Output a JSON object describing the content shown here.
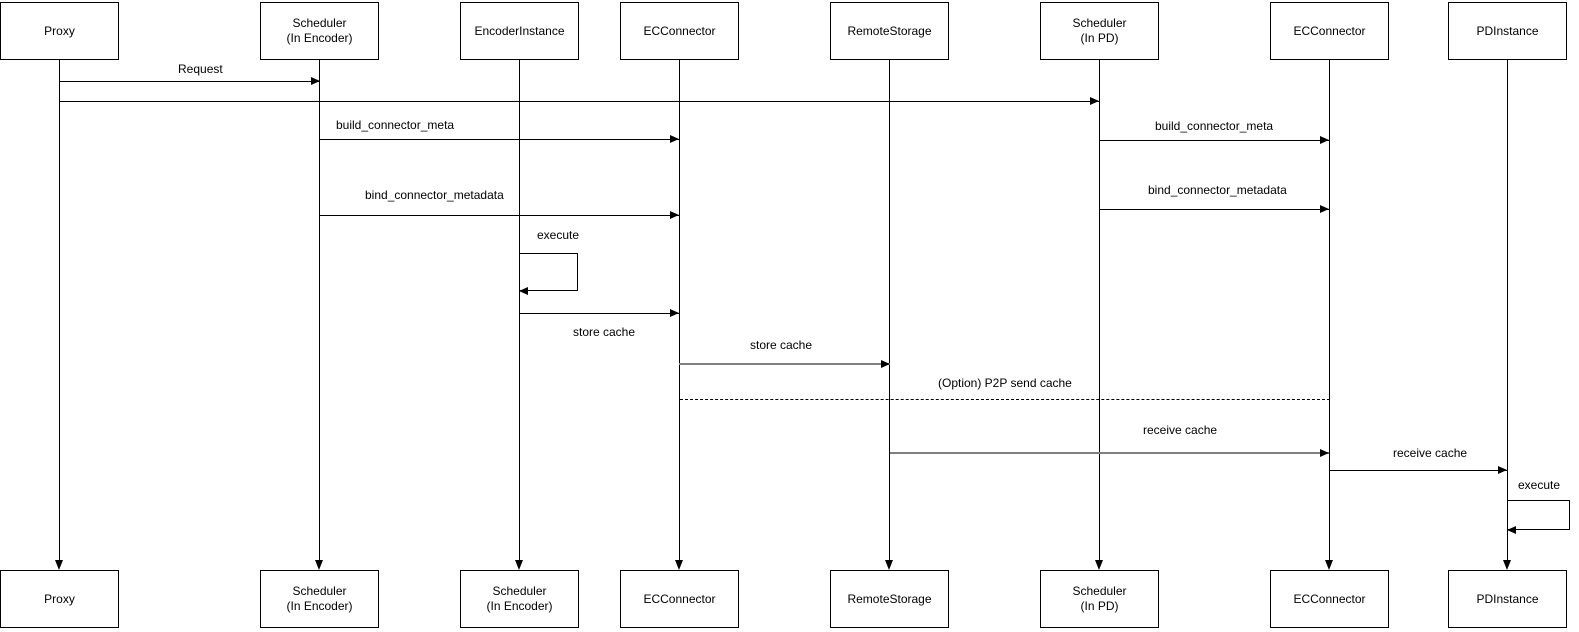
{
  "diagram": {
    "type": "uml-sequence",
    "colors": {
      "line": "#000000",
      "gray_line": "#808080",
      "background": "#ffffff",
      "text": "#000000"
    },
    "participants": [
      {
        "top": "Proxy",
        "bottom": "Proxy"
      },
      {
        "top": "Scheduler\n(In Encoder)",
        "bottom": "Scheduler\n(In Encoder)"
      },
      {
        "top": "EncoderInstance",
        "bottom": "Scheduler\n(In Encoder)"
      },
      {
        "top": "ECConnector",
        "bottom": "ECConnector"
      },
      {
        "top": "RemoteStorage",
        "bottom": "RemoteStorage"
      },
      {
        "top": "Scheduler\n(In PD)",
        "bottom": "Scheduler\n(In PD)"
      },
      {
        "top": "ECConnector",
        "bottom": "ECConnector"
      },
      {
        "top": "PDInstance",
        "bottom": "PDInstance"
      }
    ],
    "messages": [
      {
        "label": "Request",
        "from": "Proxy",
        "to": "Scheduler (In Encoder)",
        "style": "solid-black"
      },
      {
        "label": "",
        "from": "Proxy",
        "to": "Scheduler (In PD)",
        "style": "solid-black"
      },
      {
        "label": "build_connector_meta",
        "from": "Scheduler (In Encoder)",
        "to": "ECConnector",
        "style": "solid-black"
      },
      {
        "label": "build_connector_meta",
        "from": "Scheduler (In PD)",
        "to": "ECConnector (PD side)",
        "style": "solid-black"
      },
      {
        "label": "bind_connector_metadata",
        "from": "Scheduler (In Encoder)",
        "to": "ECConnector",
        "style": "solid-black"
      },
      {
        "label": "bind_connector_metadata",
        "from": "Scheduler (In PD)",
        "to": "ECConnector (PD side)",
        "style": "solid-black"
      },
      {
        "label": "execute",
        "from": "EncoderInstance",
        "to": "EncoderInstance",
        "style": "self-loop"
      },
      {
        "label": "store cache",
        "from": "EncoderInstance",
        "to": "ECConnector",
        "style": "solid-black"
      },
      {
        "label": "store cache",
        "from": "ECConnector",
        "to": "RemoteStorage",
        "style": "solid-gray"
      },
      {
        "label": "(Option) P2P send cache",
        "from": "ECConnector",
        "to": "ECConnector (PD side)",
        "style": "dashed-no-arrow"
      },
      {
        "label": "receive cache",
        "from": "RemoteStorage",
        "to": "ECConnector (PD side)",
        "style": "solid-gray"
      },
      {
        "label": "receive cache",
        "from": "ECConnector (PD side)",
        "to": "PDInstance",
        "style": "solid-black"
      },
      {
        "label": "execute",
        "from": "PDInstance",
        "to": "PDInstance",
        "style": "self-loop"
      }
    ]
  }
}
